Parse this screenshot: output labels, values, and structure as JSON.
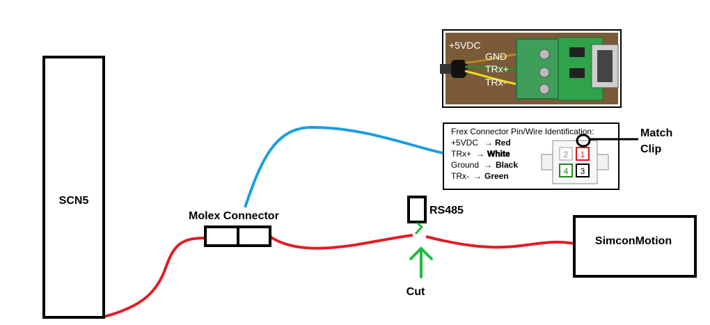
{
  "labels": {
    "scn5": "SCN5",
    "molex": "Molex Connector",
    "rs485": "RS485",
    "simcon": "SimconMotion",
    "cut": "Cut",
    "match_clip_line1": "Match",
    "match_clip_line2": "Clip"
  },
  "photo": {
    "label_5v": "+5VDC",
    "label_gnd": "GND",
    "label_trxp": "TRx+",
    "label_trxm": "TRx-"
  },
  "pin_panel": {
    "title": "Frex Connector Pin/Wire Identification:",
    "rows": [
      {
        "signal": "+5VDC",
        "arrow": "→",
        "wire": "Red",
        "color": "#e0161c"
      },
      {
        "signal": "TRx+",
        "arrow": "→",
        "wire": "White",
        "color": "#ffffff"
      },
      {
        "signal": "Ground",
        "arrow": "→",
        "wire": "Black",
        "color": "#000000"
      },
      {
        "signal": "TRx-",
        "arrow": "→",
        "wire": "Green",
        "color": "#1a8a1a"
      }
    ],
    "pins": [
      "2",
      "1",
      "4",
      "3"
    ]
  },
  "colors": {
    "wire_red": "#e31c23",
    "wire_blue": "#1a9ee0",
    "arrow_green": "#1fba3c"
  }
}
